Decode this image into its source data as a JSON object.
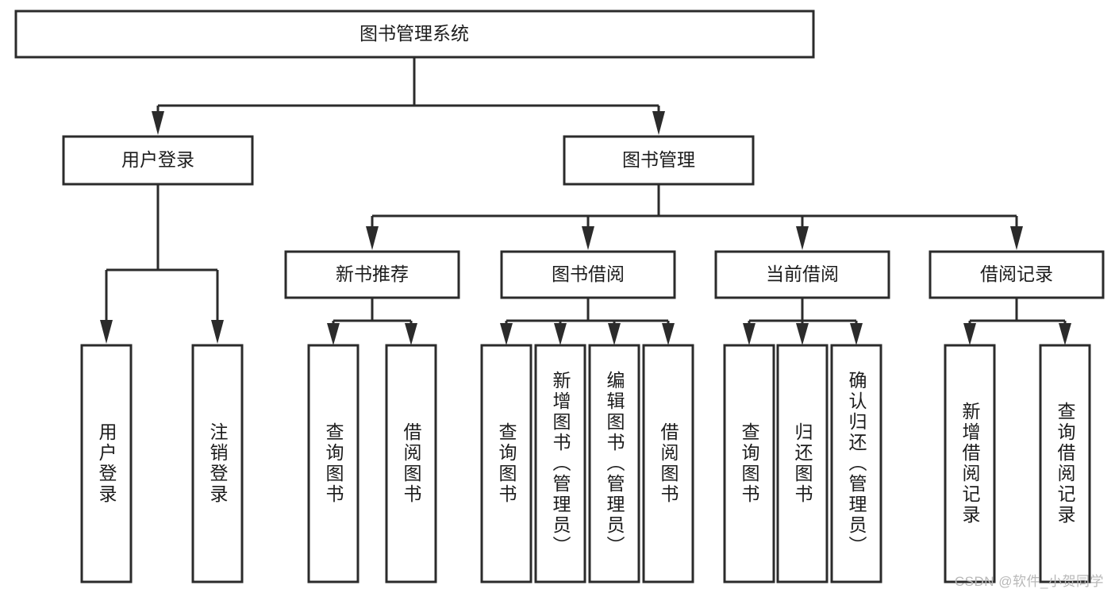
{
  "diagram": {
    "title": "图书管理系统",
    "type": "hierarchy-tree",
    "root": {
      "id": "root",
      "label": "图书管理系统"
    },
    "level2": [
      {
        "id": "user-login",
        "label": "用户登录"
      },
      {
        "id": "book-management",
        "label": "图书管理"
      }
    ],
    "level3": [
      {
        "id": "new-book-recommend",
        "label": "新书推荐"
      },
      {
        "id": "book-borrow",
        "label": "图书借阅"
      },
      {
        "id": "current-borrow",
        "label": "当前借阅"
      },
      {
        "id": "borrow-record",
        "label": "借阅记录"
      }
    ],
    "leaves": {
      "user_login": [
        {
          "id": "leaf-user-login",
          "label": "用户登录"
        },
        {
          "id": "leaf-logout-login",
          "label": "注销登录"
        }
      ],
      "new_book_recommend": [
        {
          "id": "leaf-query-book-1",
          "label": "查询图书"
        },
        {
          "id": "leaf-borrow-book-1",
          "label": "借阅图书"
        }
      ],
      "book_borrow": [
        {
          "id": "leaf-query-book-2",
          "label": "查询图书"
        },
        {
          "id": "leaf-add-book",
          "label": "新增图书（管理员）"
        },
        {
          "id": "leaf-edit-book",
          "label": "编辑图书（管理员）"
        },
        {
          "id": "leaf-borrow-book-2",
          "label": "借阅图书"
        }
      ],
      "current_borrow": [
        {
          "id": "leaf-query-book-3",
          "label": "查询图书"
        },
        {
          "id": "leaf-return-book",
          "label": "归还图书"
        },
        {
          "id": "leaf-confirm-return",
          "label": "确认归还（管理员）"
        }
      ],
      "borrow_record": [
        {
          "id": "leaf-add-record",
          "label": "新增借阅记录"
        },
        {
          "id": "leaf-query-record",
          "label": "查询借阅记录"
        }
      ]
    },
    "colors": {
      "box_stroke": "#2b2b2b",
      "box_fill": "#ffffff",
      "connector": "#2b2b2b",
      "text": "#1c1c1c",
      "watermark": "#b8b8b8",
      "background": "#ffffff"
    }
  },
  "watermark": {
    "text": "CSDN @软件_小贺同学"
  }
}
